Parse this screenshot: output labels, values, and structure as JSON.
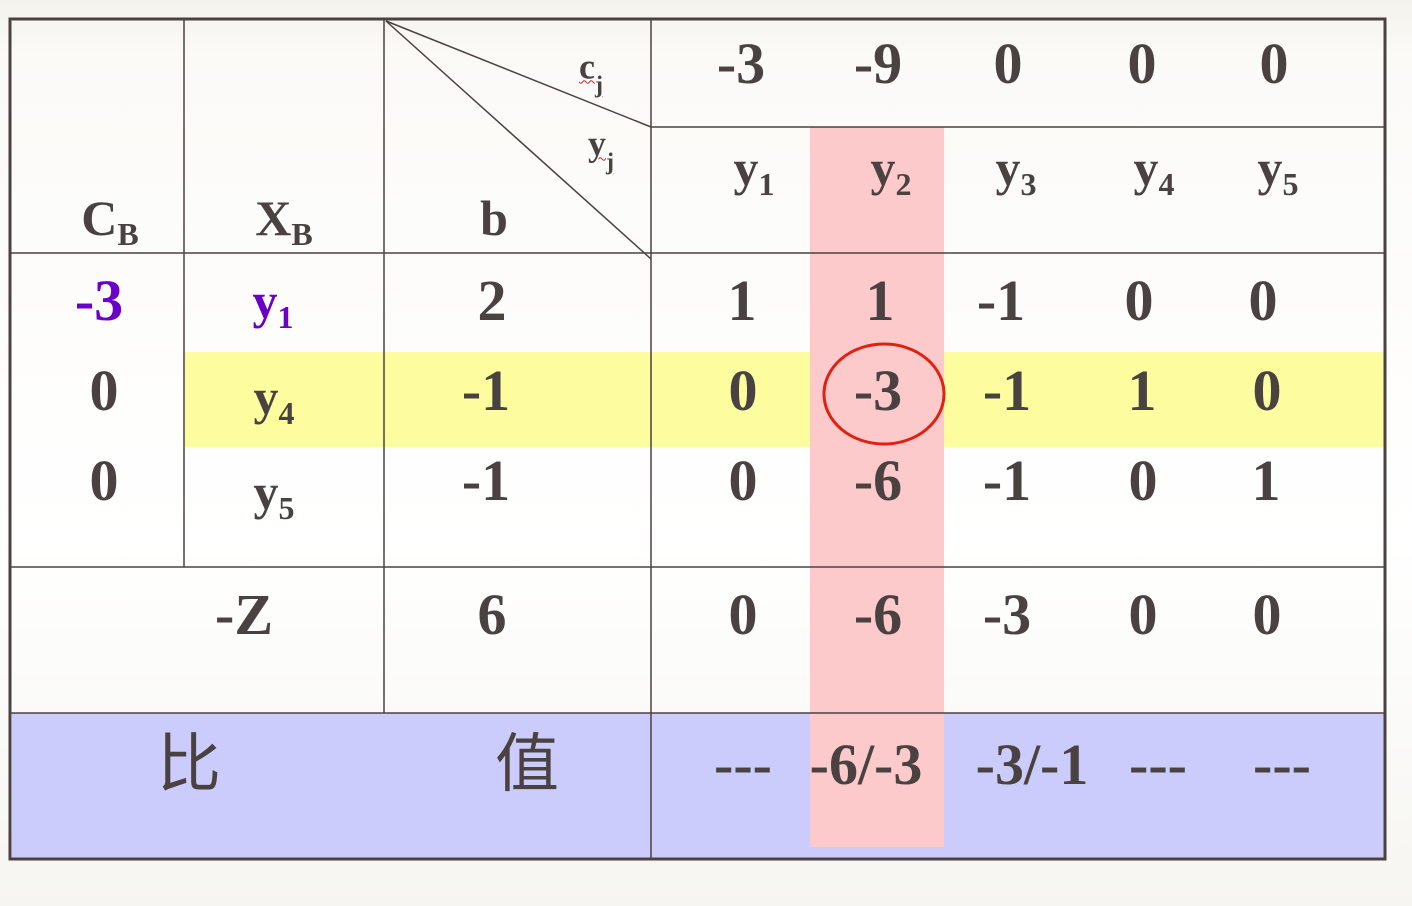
{
  "colors": {
    "pivot_column": "#fccacb",
    "pivot_row": "#fdfd9f",
    "ratio_row": "#ccccfc",
    "border": "#4a4240",
    "pivot_circle": "#e02010",
    "highlight_text": "#6a00c8"
  },
  "header": {
    "cj_label": "c",
    "cj_sub": "j",
    "yj_label": "y",
    "yj_sub": "j",
    "cb_label": "C",
    "cb_sub": "B",
    "xb_label": "X",
    "xb_sub": "B",
    "b_label": "b",
    "cj_values": [
      "-3",
      "-9",
      "0",
      "0",
      "0"
    ],
    "var_names": [
      {
        "base": "y",
        "sub": "1"
      },
      {
        "base": "y",
        "sub": "2"
      },
      {
        "base": "y",
        "sub": "3"
      },
      {
        "base": "y",
        "sub": "4"
      },
      {
        "base": "y",
        "sub": "5"
      }
    ]
  },
  "rows": [
    {
      "cb": "-3",
      "xb_base": "y",
      "xb_sub": "1",
      "b": "2",
      "coeffs": [
        "1",
        "1",
        "-1",
        "0",
        "0"
      ]
    },
    {
      "cb": "0",
      "xb_base": "y",
      "xb_sub": "4",
      "b": "-1",
      "coeffs": [
        "0",
        "-3",
        "-1",
        "1",
        "0"
      ]
    },
    {
      "cb": "0",
      "xb_base": "y",
      "xb_sub": "5",
      "b": "-1",
      "coeffs": [
        "0",
        "-6",
        "-1",
        "0",
        "1"
      ]
    }
  ],
  "objective": {
    "label": "-Z",
    "b": "6",
    "coeffs": [
      "0",
      "-6",
      "-3",
      "0",
      "0"
    ]
  },
  "ratio": {
    "label_left": "比",
    "label_right": "值",
    "values": [
      "---",
      "-6/-3",
      "-3/-1",
      "---",
      "---"
    ]
  }
}
